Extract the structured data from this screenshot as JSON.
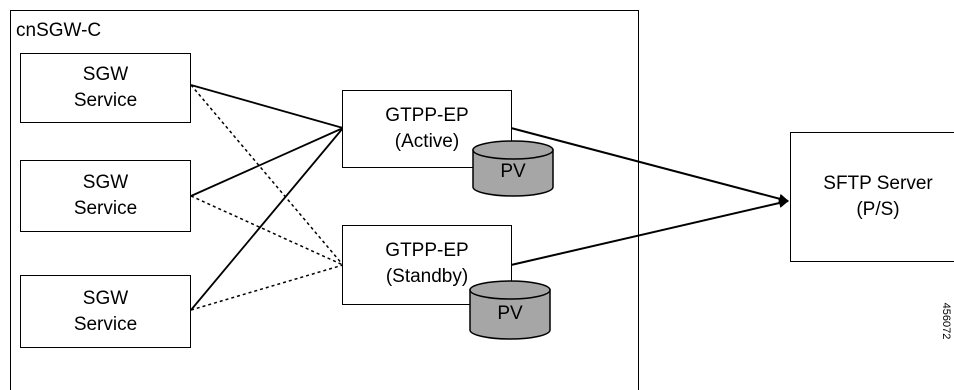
{
  "cluster": {
    "label": "cnSGW-C"
  },
  "sgw_services": [
    {
      "line1": "SGW",
      "line2": "Service"
    },
    {
      "line1": "SGW",
      "line2": "Service"
    },
    {
      "line1": "SGW",
      "line2": "Service"
    }
  ],
  "gtpp_active": {
    "line1": "GTPP-EP",
    "line2": "(Active)",
    "pv": "PV"
  },
  "gtpp_standby": {
    "line1": "GTPP-EP",
    "line2": "(Standby)",
    "pv": "PV"
  },
  "sftp": {
    "line1": "SFTP Server",
    "line2": "(P/S)"
  },
  "figure_id": "456072",
  "colors": {
    "stroke": "#000000",
    "pv_fill": "#a6a6a6",
    "background": "#ffffff"
  }
}
